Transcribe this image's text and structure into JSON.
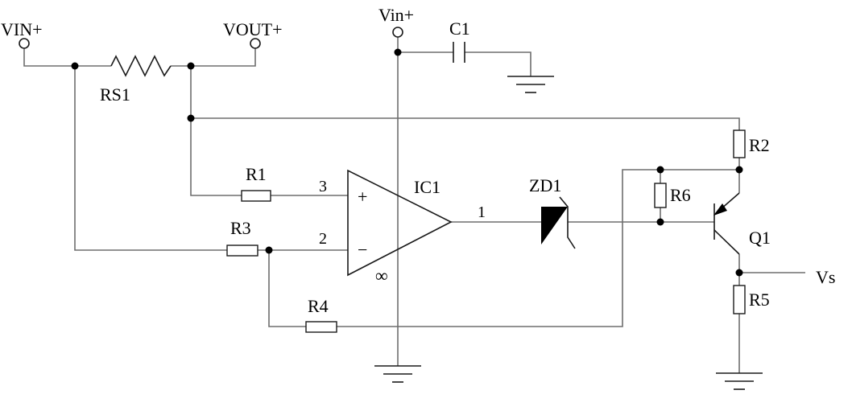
{
  "labels": {
    "vin_terminal": "VIN+",
    "vout_terminal": "VOUT+",
    "vin_supply": "Vin+",
    "sense_resistor": "RS1",
    "capacitor": "C1",
    "r1": "R1",
    "r2": "R2",
    "r3": "R3",
    "r4": "R4",
    "r5": "R5",
    "r6": "R6",
    "opamp": "IC1",
    "zener": "ZD1",
    "transistor": "Q1",
    "output": "Vs",
    "pin_noninverting": "3",
    "pin_inverting": "2",
    "pin_output": "1",
    "plus_sign": "+",
    "minus_sign": "−",
    "infinity_sign": "∞"
  }
}
